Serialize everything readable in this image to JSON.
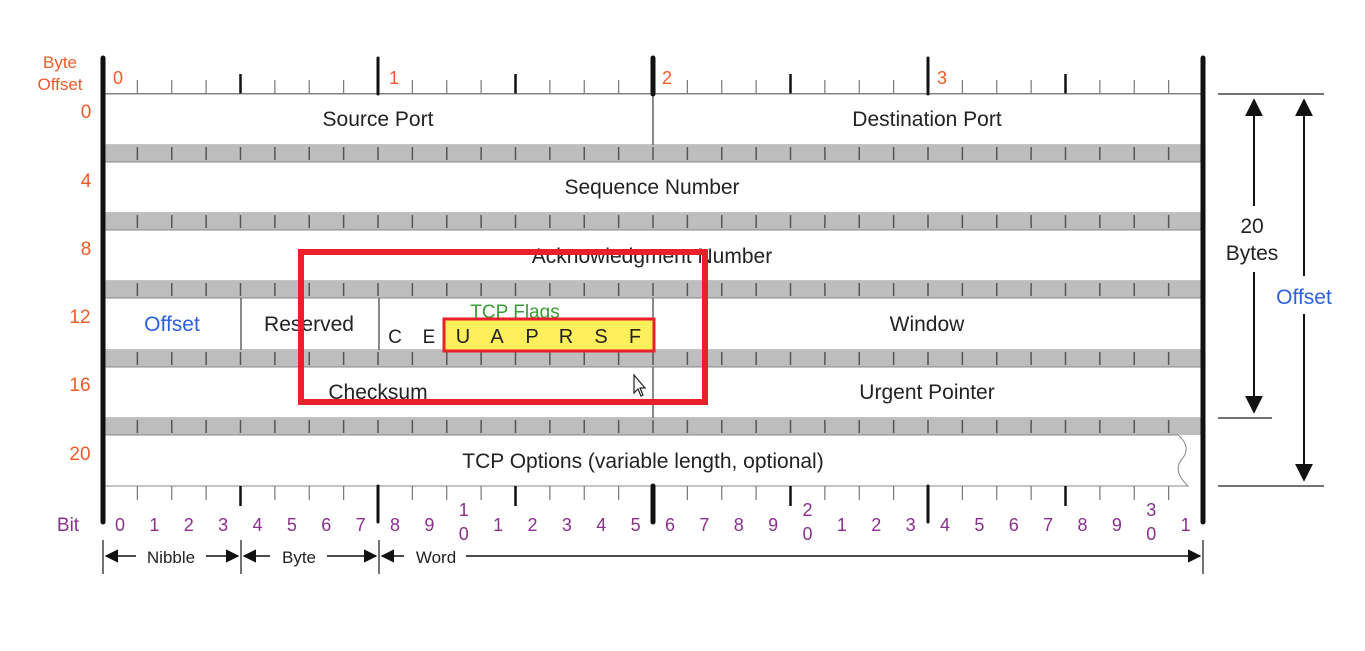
{
  "colors": {
    "offset_labels": "#f05a28",
    "bit_labels": "#8b2f8f",
    "offset_field": "#2b5fe0",
    "tcp_flags_label": "#3b9b35",
    "flag_highlight": "#ffef5a",
    "annotation_box": "#e8202a"
  },
  "byte_offset_header": [
    "Byte",
    "Offset"
  ],
  "top_byte_numbers": [
    "0",
    "1",
    "2",
    "3"
  ],
  "row_offsets": [
    "0",
    "4",
    "8",
    "12",
    "16",
    "20"
  ],
  "fields": {
    "source_port": "Source Port",
    "destination_port": "Destination Port",
    "sequence_number": "Sequence Number",
    "acknowledgment_number": "Acknowledgment Number",
    "offset": "Offset",
    "reserved": "Reserved",
    "tcp_flags_label": "TCP Flags",
    "window": "Window",
    "checksum": "Checksum",
    "urgent_pointer": "Urgent Pointer",
    "tcp_options": "TCP Options (variable length, optional)"
  },
  "flags_unhighlighted": [
    "C",
    "E"
  ],
  "flags_highlighted": [
    "U",
    "A",
    "P",
    "R",
    "S",
    "F"
  ],
  "bit_header": "Bit",
  "bit_numbers": [
    "0",
    "1",
    "2",
    "3",
    "4",
    "5",
    "6",
    "7",
    "8",
    "9",
    "10",
    "1",
    "2",
    "3",
    "4",
    "5",
    "6",
    "7",
    "8",
    "9",
    "20",
    "1",
    "2",
    "3",
    "4",
    "5",
    "6",
    "7",
    "8",
    "9",
    "30",
    "1"
  ],
  "scale_labels": {
    "nibble": "Nibble",
    "byte": "Byte",
    "word": "Word"
  },
  "right_annotations": {
    "twenty": "20",
    "bytes": "Bytes",
    "offset": "Offset"
  }
}
